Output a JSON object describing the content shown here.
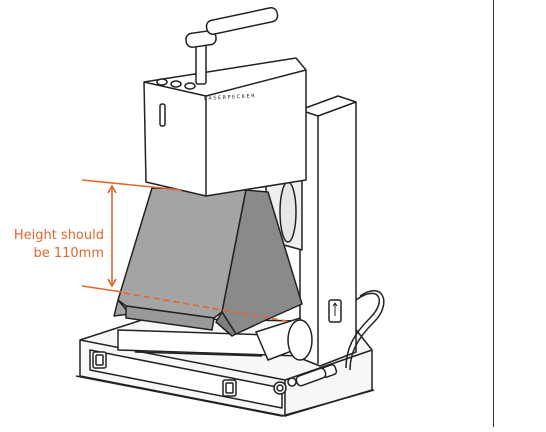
{
  "annotation": {
    "line1": "Height should",
    "line2": "be 110mm",
    "color": "#e0672b"
  },
  "brand_label": "LASERPECKER",
  "icons": [
    "laser-engraver-illustration",
    "height-dimension-marker",
    "usb-port-icon"
  ]
}
